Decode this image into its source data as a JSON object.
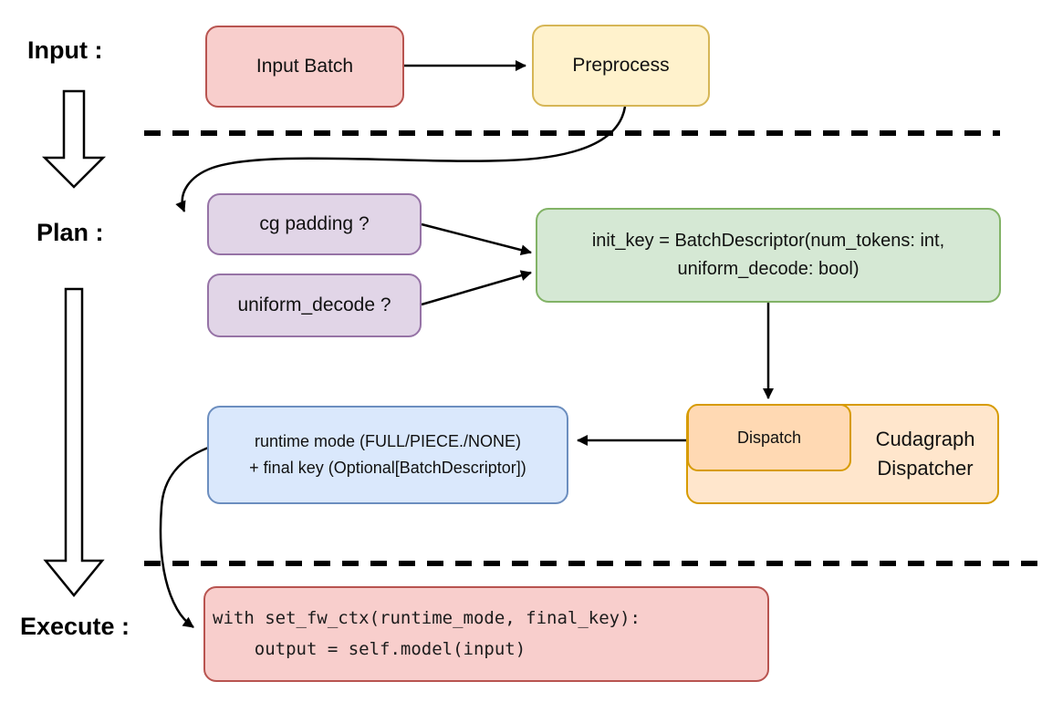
{
  "diagram": {
    "sections": {
      "input": "Input :",
      "plan": "Plan :",
      "execute": "Execute :"
    },
    "nodes": {
      "input_batch": {
        "label": "Input Batch",
        "fill": "#F8CECC",
        "stroke": "#B85450"
      },
      "preprocess": {
        "label": "Preprocess",
        "fill": "#FFF2CC",
        "stroke": "#D6B656"
      },
      "cg_padding": {
        "label": "cg padding ?",
        "fill": "#E1D5E7",
        "stroke": "#9673A6"
      },
      "uniform_decode": {
        "label": "uniform_decode ?",
        "fill": "#E1D5E7",
        "stroke": "#9673A6"
      },
      "init_key": {
        "line1": "init_key = BatchDescriptor(num_tokens: int,",
        "line2": "uniform_decode: bool)",
        "fill": "#D5E8D4",
        "stroke": "#82B366"
      },
      "runtime_result": {
        "line1": "runtime mode (FULL/PIECE./NONE)",
        "line2": "+ final key (Optional[BatchDescriptor])",
        "fill": "#DAE8FC",
        "stroke": "#6C8EBF"
      },
      "dispatch": {
        "label": "Dispatch",
        "fill": "#FFD9B3",
        "stroke": "#D79B00"
      },
      "cudagraph_dispatcher": {
        "line1": "Cudagraph",
        "line2": "Dispatcher",
        "fill": "#FFE6CC",
        "stroke": "#D79B00"
      },
      "execute_code": {
        "line1": "with set_fw_ctx(runtime_mode, final_key):",
        "line2": "    output = self.model(input)",
        "fill": "#F8CECC",
        "stroke": "#B85450"
      }
    },
    "connector_color": "#000000"
  }
}
